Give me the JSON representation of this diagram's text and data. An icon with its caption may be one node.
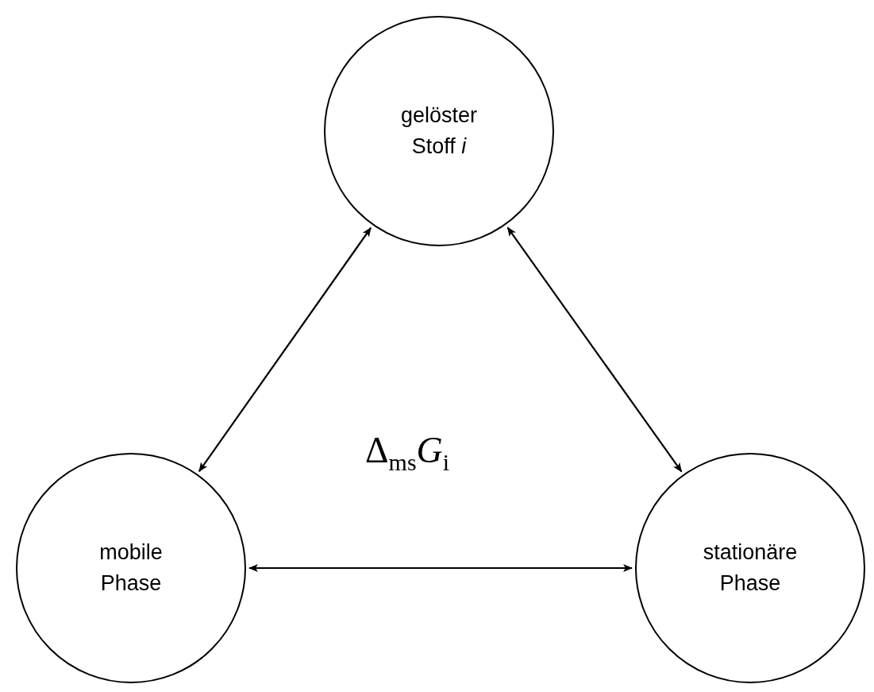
{
  "diagram": {
    "nodes": [
      {
        "text": [
          "gelöster Stoff *i*"
        ]
      },
      {
        "text": [
          "mobile Phase"
        ]
      },
      {
        "text": [
          "stationäre Phase"
        ]
      }
    ],
    "edges": [
      {
        "from": 1,
        "to": 0,
        "arrow": "both"
      },
      {
        "from": 0,
        "to": 2,
        "arrow": "both"
      },
      {
        "from": 1,
        "to": 2,
        "arrow": "both"
      }
    ],
    "labels": [
      "Δ$_{ms}$*G*$_{i}$"
    ]
  }
}
